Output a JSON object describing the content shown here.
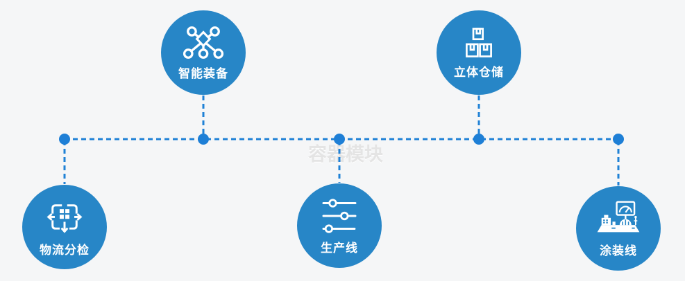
{
  "diagram": {
    "watermark": "容器模块",
    "colors": {
      "background": "#f5f6f7",
      "node_fill": "#2786c7",
      "icon_stroke": "#ffffff",
      "connector": "#1f81d6",
      "junction_dot": "#1e7fd6",
      "label_text": "#ffffff",
      "watermark_text": "#e4e4e4"
    },
    "nodes": [
      {
        "id": "smart-equipment",
        "label": "智能装备",
        "icon": "network-nodes-icon",
        "position": "top-left"
      },
      {
        "id": "stereo-warehouse",
        "label": "立体仓储",
        "icon": "stacked-boxes-icon",
        "position": "top-right"
      },
      {
        "id": "logistics-sorting",
        "label": "物流分检",
        "icon": "move-sort-icon",
        "position": "bottom-left"
      },
      {
        "id": "production-line",
        "label": "生产线",
        "icon": "sliders-icon",
        "position": "bottom-center"
      },
      {
        "id": "coating-line",
        "label": "涂装线",
        "icon": "machine-monitor-icon",
        "position": "bottom-right"
      }
    ]
  }
}
